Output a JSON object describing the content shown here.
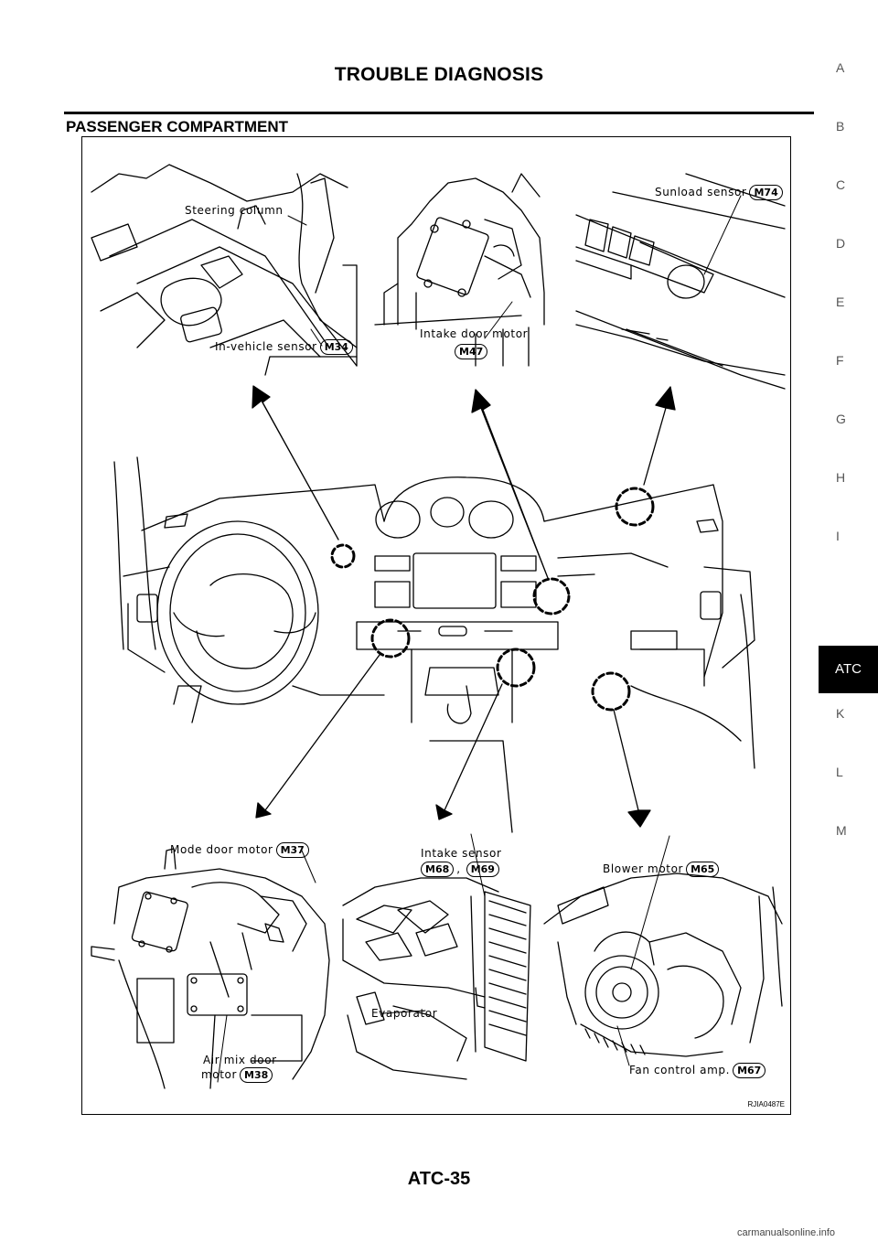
{
  "header": {
    "title": "TROUBLE DIAGNOSIS"
  },
  "section": {
    "title": "PASSENGER COMPARTMENT"
  },
  "figure": {
    "id": "RJIA0487E",
    "callouts": {
      "steering_column": "Steering column",
      "in_vehicle_sensor": "In-vehicle sensor",
      "in_vehicle_connector": "M34",
      "intake_door_motor": "Intake door motor",
      "intake_door_connector": "M47",
      "sunload_sensor": "Sunload sensor",
      "sunload_connector": "M74",
      "mode_door_motor": "Mode door motor",
      "mode_door_connector": "M37",
      "intake_sensor": "Intake sensor",
      "intake_sensor_connector_1": "M68",
      "intake_sensor_sep": ",",
      "intake_sensor_connector_2": "M69",
      "blower_motor": "Blower motor",
      "blower_connector": "M65",
      "evaporator": "Evaporator",
      "air_mix_line1": "Air mix door",
      "air_mix_line2": "motor",
      "air_mix_connector": "M38",
      "fan_control_amp": "Fan control amp.",
      "fan_control_connector": "M67"
    }
  },
  "side_index": {
    "letters": [
      "A",
      "B",
      "C",
      "D",
      "E",
      "F",
      "G",
      "H",
      "I",
      "K",
      "L",
      "M"
    ],
    "active": "ATC"
  },
  "footer": {
    "page": "ATC-35",
    "watermark": "carmanualsonline.info"
  }
}
